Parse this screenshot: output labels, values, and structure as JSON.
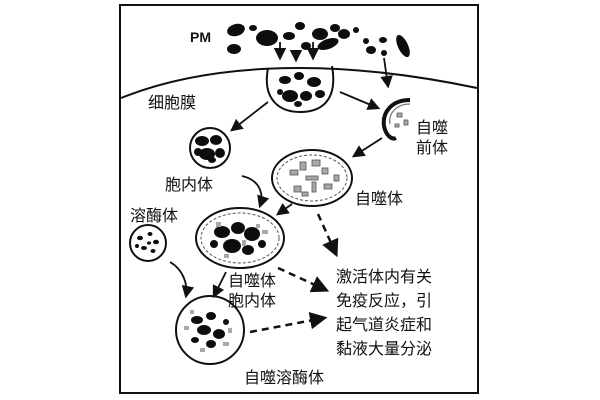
{
  "labels": {
    "pm": "PM",
    "cell_membrane": "细胞膜",
    "phagosome": "胞内体",
    "lysosome": "溶酶体",
    "phagophore_line1": "自噬",
    "phagophore_line2": "前体",
    "autophagosome": "自噬体",
    "amphisome_line1": "自噬体",
    "amphisome_line2": "胞内体",
    "autolysosome": "自噬溶酶体"
  },
  "outcome": {
    "line1": "激活体内有关",
    "line2": "免疫反应，引",
    "line3": "起气道炎症和",
    "line4": "黏液大量分泌"
  },
  "colors": {
    "ink": "#111111",
    "particle": "#0d0d0d",
    "gray_fragment": "#a8a8a8",
    "background": "#ffffff"
  }
}
